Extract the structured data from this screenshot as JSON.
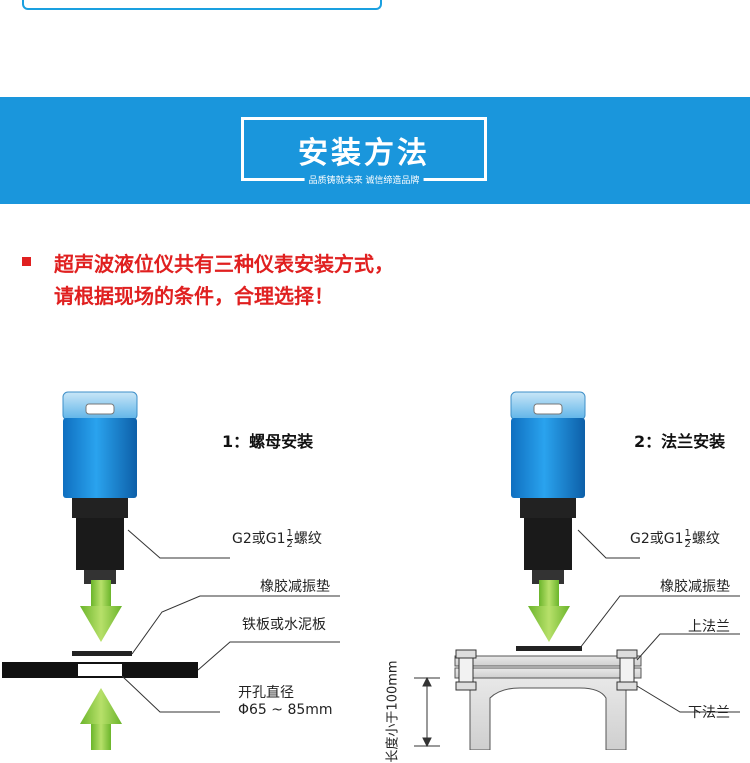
{
  "section": {
    "title": "安装方法",
    "subtitle": "品质铸就未来 诚信缔造品牌"
  },
  "intro": {
    "line1": "超声波液位仪共有三种仪表安装方式，",
    "line2": "请根据现场的条件，合理选择！"
  },
  "method1": {
    "heading": "1：螺母安装",
    "thread_prefix": "G2或G1",
    "thread_num": "1",
    "thread_den": "2",
    "thread_suffix": "螺纹",
    "gasket": "橡胶减振垫",
    "plate": "铁板或水泥板",
    "hole_line1": "开孔直径",
    "hole_line2": "Φ65 ~ 85mm"
  },
  "method2": {
    "heading": "2：法兰安装",
    "thread_prefix": "G2或G1",
    "thread_num": "1",
    "thread_den": "2",
    "thread_suffix": "螺纹",
    "gasket": "橡胶减振垫",
    "upper_flange": "上法兰",
    "lower_flange": "下法兰",
    "height_note": "长度小于100mm"
  },
  "colors": {
    "banner": "#1a96dc",
    "intro_text": "#e02020",
    "sensor_blue": "#1c8ee0",
    "arrow_green": "#8cc63f"
  }
}
